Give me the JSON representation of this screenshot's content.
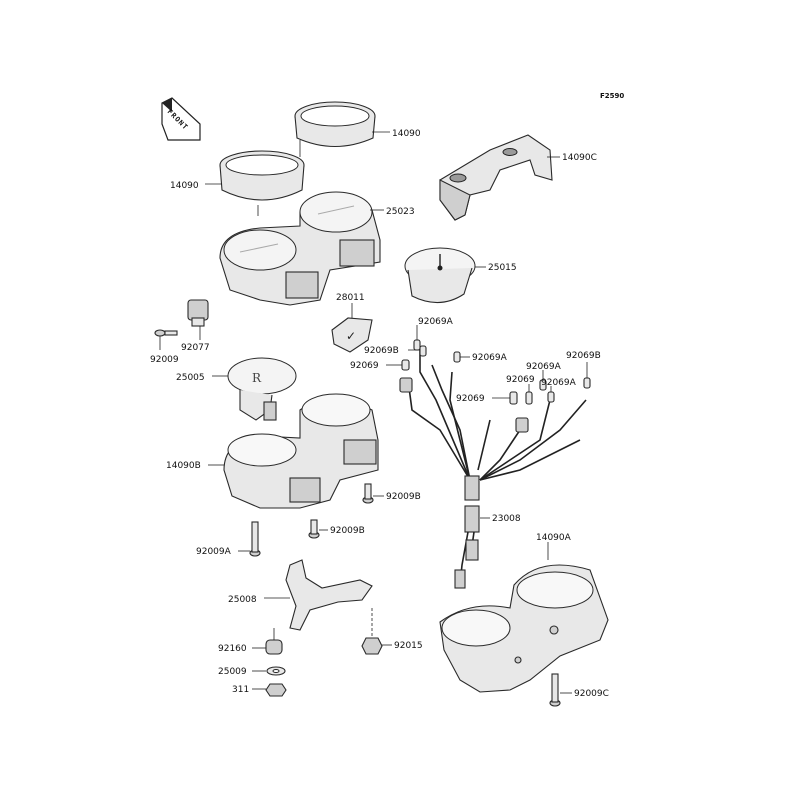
{
  "figure_code": "F2590",
  "front_label": "FRONT",
  "labels": {
    "l14090_a": "14090",
    "l14090_b": "14090",
    "l14090c": "14090C",
    "l25023": "25023",
    "l25015": "25015",
    "l28011": "28011",
    "l92069a_1": "92069A",
    "l92069b_1": "92069B",
    "l92069a_2": "92069A",
    "l92069_1": "92069",
    "l92069b_2": "92069B",
    "l92069a_3": "92069A",
    "l92069_2": "92069",
    "l92069a_4": "92069A",
    "l92069_3": "92069",
    "l92077": "92077",
    "l92009": "92009",
    "l25005": "25005",
    "l14090b": "14090B",
    "l92009b_1": "92009B",
    "l92009b_2": "92009B",
    "l92009a": "92009A",
    "l23008": "23008",
    "l14090a": "14090A",
    "l25008": "25008",
    "l92160": "92160",
    "l92015": "92015",
    "l25009": "25009",
    "l311": "311",
    "l92009c": "92009C"
  }
}
